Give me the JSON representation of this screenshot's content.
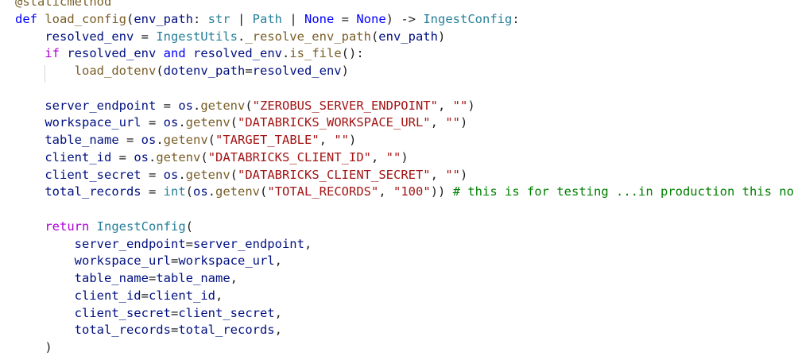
{
  "editor": {
    "lines": [
      {
        "tokens": [
          {
            "t": "@staticmethod",
            "c": "dec"
          }
        ]
      },
      {
        "tokens": [
          {
            "t": "def",
            "c": "kw"
          },
          {
            "t": " "
          },
          {
            "t": "load_config",
            "c": "fn"
          },
          {
            "t": "("
          },
          {
            "t": "env_path",
            "c": "var"
          },
          {
            "t": ": "
          },
          {
            "t": "str",
            "c": "cls"
          },
          {
            "t": " | "
          },
          {
            "t": "Path",
            "c": "cls"
          },
          {
            "t": " | "
          },
          {
            "t": "None",
            "c": "kw"
          },
          {
            "t": " = "
          },
          {
            "t": "None",
            "c": "kw"
          },
          {
            "t": ") -> "
          },
          {
            "t": "IngestConfig",
            "c": "cls"
          },
          {
            "t": ":"
          }
        ]
      },
      {
        "tokens": [
          {
            "t": "    "
          },
          {
            "t": "resolved_env",
            "c": "var"
          },
          {
            "t": " = "
          },
          {
            "t": "IngestUtils",
            "c": "cls"
          },
          {
            "t": "."
          },
          {
            "t": "_resolve_env_path",
            "c": "fn"
          },
          {
            "t": "("
          },
          {
            "t": "env_path",
            "c": "var"
          },
          {
            "t": ")"
          }
        ]
      },
      {
        "tokens": [
          {
            "t": "    "
          },
          {
            "t": "if",
            "c": "ctl"
          },
          {
            "t": " "
          },
          {
            "t": "resolved_env",
            "c": "var"
          },
          {
            "t": " "
          },
          {
            "t": "and",
            "c": "kw"
          },
          {
            "t": " "
          },
          {
            "t": "resolved_env",
            "c": "var"
          },
          {
            "t": "."
          },
          {
            "t": "is_file",
            "c": "fn"
          },
          {
            "t": "():"
          }
        ]
      },
      {
        "tokens": [
          {
            "t": "        "
          },
          {
            "t": "load_dotenv",
            "c": "fn"
          },
          {
            "t": "("
          },
          {
            "t": "dotenv_path",
            "c": "var"
          },
          {
            "t": "="
          },
          {
            "t": "resolved_env",
            "c": "var"
          },
          {
            "t": ")"
          }
        ]
      },
      {
        "tokens": []
      },
      {
        "tokens": [
          {
            "t": "    "
          },
          {
            "t": "server_endpoint",
            "c": "var"
          },
          {
            "t": " = "
          },
          {
            "t": "os",
            "c": "var"
          },
          {
            "t": "."
          },
          {
            "t": "getenv",
            "c": "fn"
          },
          {
            "t": "("
          },
          {
            "t": "\"ZEROBUS_SERVER_ENDPOINT\"",
            "c": "str"
          },
          {
            "t": ", "
          },
          {
            "t": "\"\"",
            "c": "str"
          },
          {
            "t": ")"
          }
        ]
      },
      {
        "tokens": [
          {
            "t": "    "
          },
          {
            "t": "workspace_url",
            "c": "var"
          },
          {
            "t": " = "
          },
          {
            "t": "os",
            "c": "var"
          },
          {
            "t": "."
          },
          {
            "t": "getenv",
            "c": "fn"
          },
          {
            "t": "("
          },
          {
            "t": "\"DATABRICKS_WORKSPACE_URL\"",
            "c": "str"
          },
          {
            "t": ", "
          },
          {
            "t": "\"\"",
            "c": "str"
          },
          {
            "t": ")"
          }
        ]
      },
      {
        "tokens": [
          {
            "t": "    "
          },
          {
            "t": "table_name",
            "c": "var"
          },
          {
            "t": " = "
          },
          {
            "t": "os",
            "c": "var"
          },
          {
            "t": "."
          },
          {
            "t": "getenv",
            "c": "fn"
          },
          {
            "t": "("
          },
          {
            "t": "\"TARGET_TABLE\"",
            "c": "str"
          },
          {
            "t": ", "
          },
          {
            "t": "\"\"",
            "c": "str"
          },
          {
            "t": ")"
          }
        ]
      },
      {
        "tokens": [
          {
            "t": "    "
          },
          {
            "t": "client_id",
            "c": "var"
          },
          {
            "t": " = "
          },
          {
            "t": "os",
            "c": "var"
          },
          {
            "t": "."
          },
          {
            "t": "getenv",
            "c": "fn"
          },
          {
            "t": "("
          },
          {
            "t": "\"DATABRICKS_CLIENT_ID\"",
            "c": "str"
          },
          {
            "t": ", "
          },
          {
            "t": "\"\"",
            "c": "str"
          },
          {
            "t": ")"
          }
        ]
      },
      {
        "tokens": [
          {
            "t": "    "
          },
          {
            "t": "client_secret",
            "c": "var"
          },
          {
            "t": " = "
          },
          {
            "t": "os",
            "c": "var"
          },
          {
            "t": "."
          },
          {
            "t": "getenv",
            "c": "fn"
          },
          {
            "t": "("
          },
          {
            "t": "\"DATABRICKS_CLIENT_SECRET\"",
            "c": "str"
          },
          {
            "t": ", "
          },
          {
            "t": "\"\"",
            "c": "str"
          },
          {
            "t": ")"
          }
        ]
      },
      {
        "tokens": [
          {
            "t": "    "
          },
          {
            "t": "total_records",
            "c": "var"
          },
          {
            "t": " = "
          },
          {
            "t": "int",
            "c": "cls"
          },
          {
            "t": "("
          },
          {
            "t": "os",
            "c": "var"
          },
          {
            "t": "."
          },
          {
            "t": "getenv",
            "c": "fn"
          },
          {
            "t": "("
          },
          {
            "t": "\"TOTAL_RECORDS\"",
            "c": "str"
          },
          {
            "t": ", "
          },
          {
            "t": "\"100\"",
            "c": "str"
          },
          {
            "t": ")) "
          },
          {
            "t": "# this is for testing ...in production this not need",
            "c": "cmt"
          }
        ]
      },
      {
        "tokens": []
      },
      {
        "tokens": [
          {
            "t": "    "
          },
          {
            "t": "return",
            "c": "ctl"
          },
          {
            "t": " "
          },
          {
            "t": "IngestConfig",
            "c": "cls"
          },
          {
            "t": "("
          }
        ]
      },
      {
        "tokens": [
          {
            "t": "        "
          },
          {
            "t": "server_endpoint",
            "c": "var"
          },
          {
            "t": "="
          },
          {
            "t": "server_endpoint",
            "c": "var"
          },
          {
            "t": ","
          }
        ]
      },
      {
        "tokens": [
          {
            "t": "        "
          },
          {
            "t": "workspace_url",
            "c": "var"
          },
          {
            "t": "="
          },
          {
            "t": "workspace_url",
            "c": "var"
          },
          {
            "t": ","
          }
        ]
      },
      {
        "tokens": [
          {
            "t": "        "
          },
          {
            "t": "table_name",
            "c": "var"
          },
          {
            "t": "="
          },
          {
            "t": "table_name",
            "c": "var"
          },
          {
            "t": ","
          }
        ]
      },
      {
        "tokens": [
          {
            "t": "        "
          },
          {
            "t": "client_id",
            "c": "var"
          },
          {
            "t": "="
          },
          {
            "t": "client_id",
            "c": "var"
          },
          {
            "t": ","
          }
        ]
      },
      {
        "tokens": [
          {
            "t": "        "
          },
          {
            "t": "client_secret",
            "c": "var"
          },
          {
            "t": "="
          },
          {
            "t": "client_secret",
            "c": "var"
          },
          {
            "t": ","
          }
        ]
      },
      {
        "tokens": [
          {
            "t": "        "
          },
          {
            "t": "total_records",
            "c": "var"
          },
          {
            "t": "="
          },
          {
            "t": "total_records",
            "c": "var"
          },
          {
            "t": ","
          }
        ]
      },
      {
        "tokens": [
          {
            "t": "    "
          },
          {
            "t": ")"
          }
        ]
      }
    ]
  },
  "colors": {
    "background": "#ffffff",
    "text": "#1f1f1f",
    "keyword": "#0000ff",
    "control": "#af00db",
    "class": "#267f99",
    "function": "#795e26",
    "string": "#a31515",
    "comment": "#008000",
    "variable": "#001080",
    "indent_guide": "#d6d6d6"
  }
}
